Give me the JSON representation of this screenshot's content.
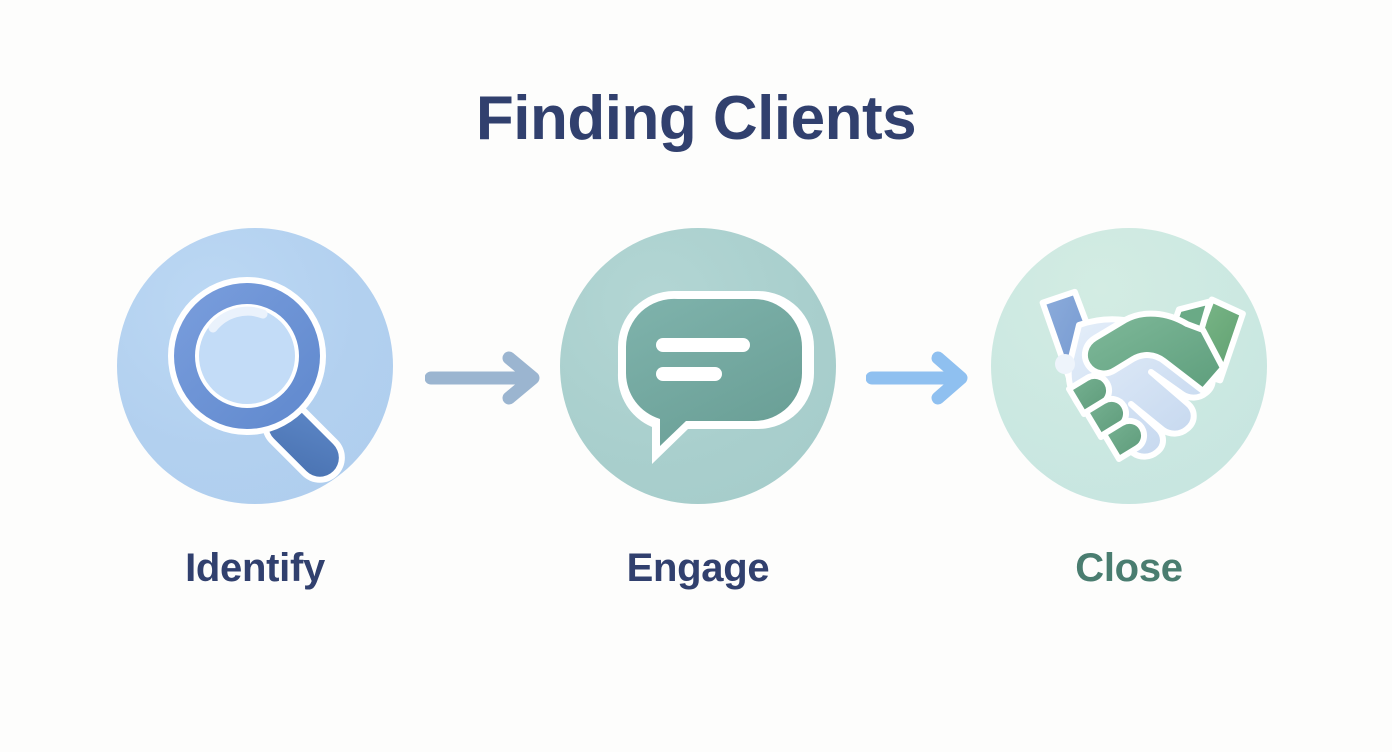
{
  "page": {
    "background_color": "#fdfdfc",
    "title": "Finding Clients",
    "title_color": "#31406e"
  },
  "diagram": {
    "type": "process-flow",
    "orientation": "horizontal",
    "step_count": 3,
    "steps": [
      {
        "id": "identify",
        "label": "Identify",
        "label_color": "#31406e",
        "icon": "magnifying-glass-icon",
        "circle_color": "#b2d0ef",
        "icon_colors": {
          "ring": "#6b93d6",
          "lens": "#c3dcf7",
          "handle": "#4f7cc0",
          "outline": "#ffffff",
          "highlight": "#e8f1fb"
        }
      },
      {
        "id": "engage",
        "label": "Engage",
        "label_color": "#31406e",
        "icon": "speech-bubble-icon",
        "circle_color": "#a9cfcd",
        "icon_colors": {
          "bubble": "#76aba5",
          "outline": "#ffffff",
          "lines": "#ffffff"
        }
      },
      {
        "id": "close",
        "label": "Close",
        "label_color": "#4a7d70",
        "icon": "handshake-icon",
        "circle_color": "#cbe8e1",
        "icon_colors": {
          "left_sleeve": "#7b9fd4",
          "left_hand": "#cfdff1",
          "right_sleeve": "#6aaa78",
          "right_hand": "#6aa887",
          "outline": "#ffffff",
          "cuff_button": "#eef4fb"
        }
      }
    ],
    "connectors": [
      {
        "id": "arrow-identify-to-engage",
        "icon": "arrow-right-icon",
        "color": "#9bb5d0"
      },
      {
        "id": "arrow-engage-to-close",
        "icon": "arrow-right-icon",
        "color": "#8fc0f0"
      }
    ]
  }
}
